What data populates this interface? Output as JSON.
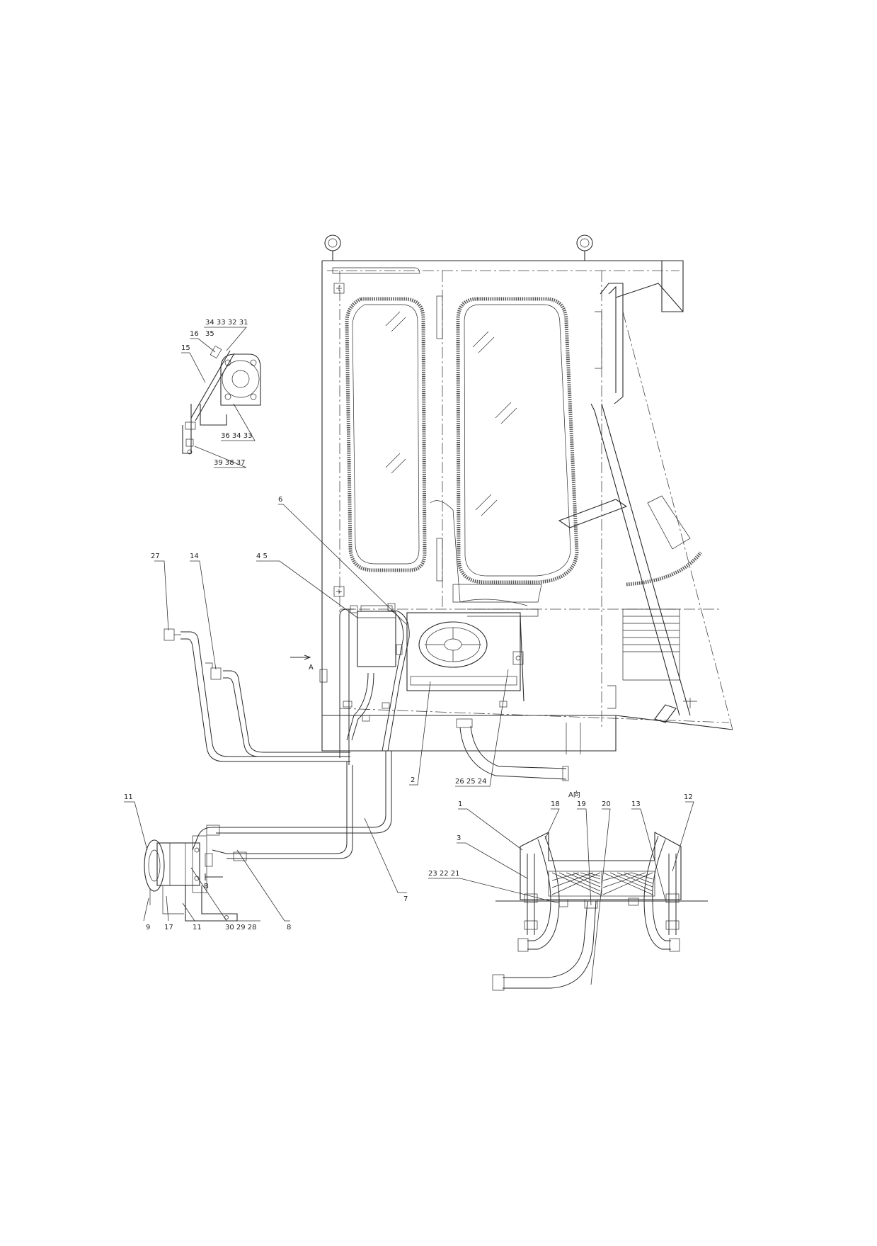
{
  "diagram": {
    "view_labels": {
      "arrow_a": "A",
      "arrow_b": "B",
      "section_a": "A向"
    },
    "callouts": {
      "c1": "1",
      "c2": "2",
      "c3": "3",
      "c4_5": "4  5",
      "c6": "6",
      "c7": "7",
      "c8": "8",
      "c9": "9",
      "c11a": "11",
      "c11b": "11",
      "c12": "12",
      "c13": "13",
      "c14": "14",
      "c15": "15",
      "c16": "16",
      "c17": "17",
      "c18": "18",
      "c19": "19",
      "c20": "20",
      "c21_23": "23  22  21",
      "c24_26": "26  25  24",
      "c27": "27",
      "c28_30": "30  29  28",
      "c31_35": "34  33  32  31",
      "c35": "35",
      "c33_36": "36  34  33",
      "c37_39": "39  38  37"
    }
  }
}
